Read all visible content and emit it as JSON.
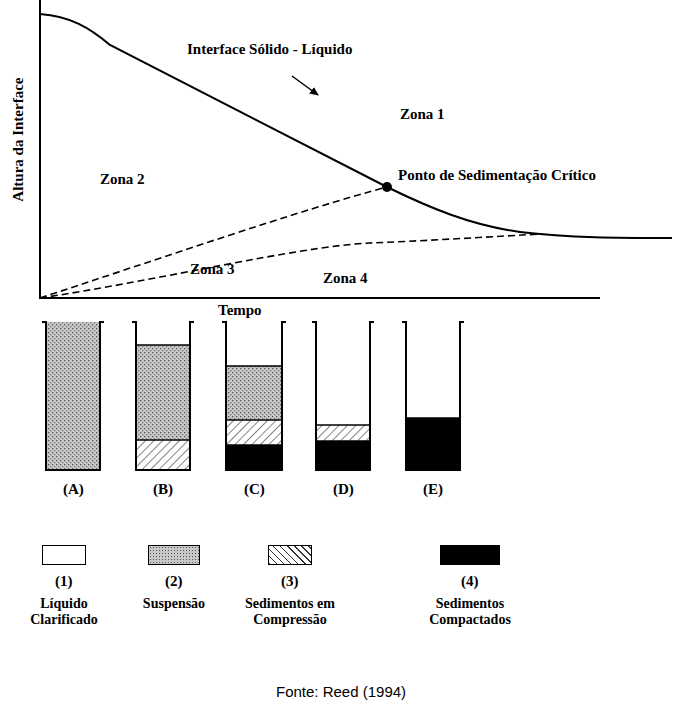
{
  "diagram": {
    "caption": "Fonte: Reed (1994)",
    "labels": [
      "Interface Sólido - Líquido",
      "Zona 1",
      "Zona 2",
      "Ponto de Sedimentação Crítico",
      "Zona 3",
      "Zona 4",
      "Altura da Interface",
      "Tempo",
      "(A)",
      "(B)",
      "(C)",
      "(D)",
      "(E)",
      "(1)",
      "(2)",
      "(3)",
      "(4)"
    ],
    "legend": [
      {
        "text": "Líquido Clarificado",
        "color": "#ffffff"
      },
      {
        "text": "Suspensão"
      },
      {
        "text": "Sedimentos em Compressão"
      },
      {
        "text": "Sedimentos Compactados",
        "color": "#000000"
      }
    ]
  }
}
